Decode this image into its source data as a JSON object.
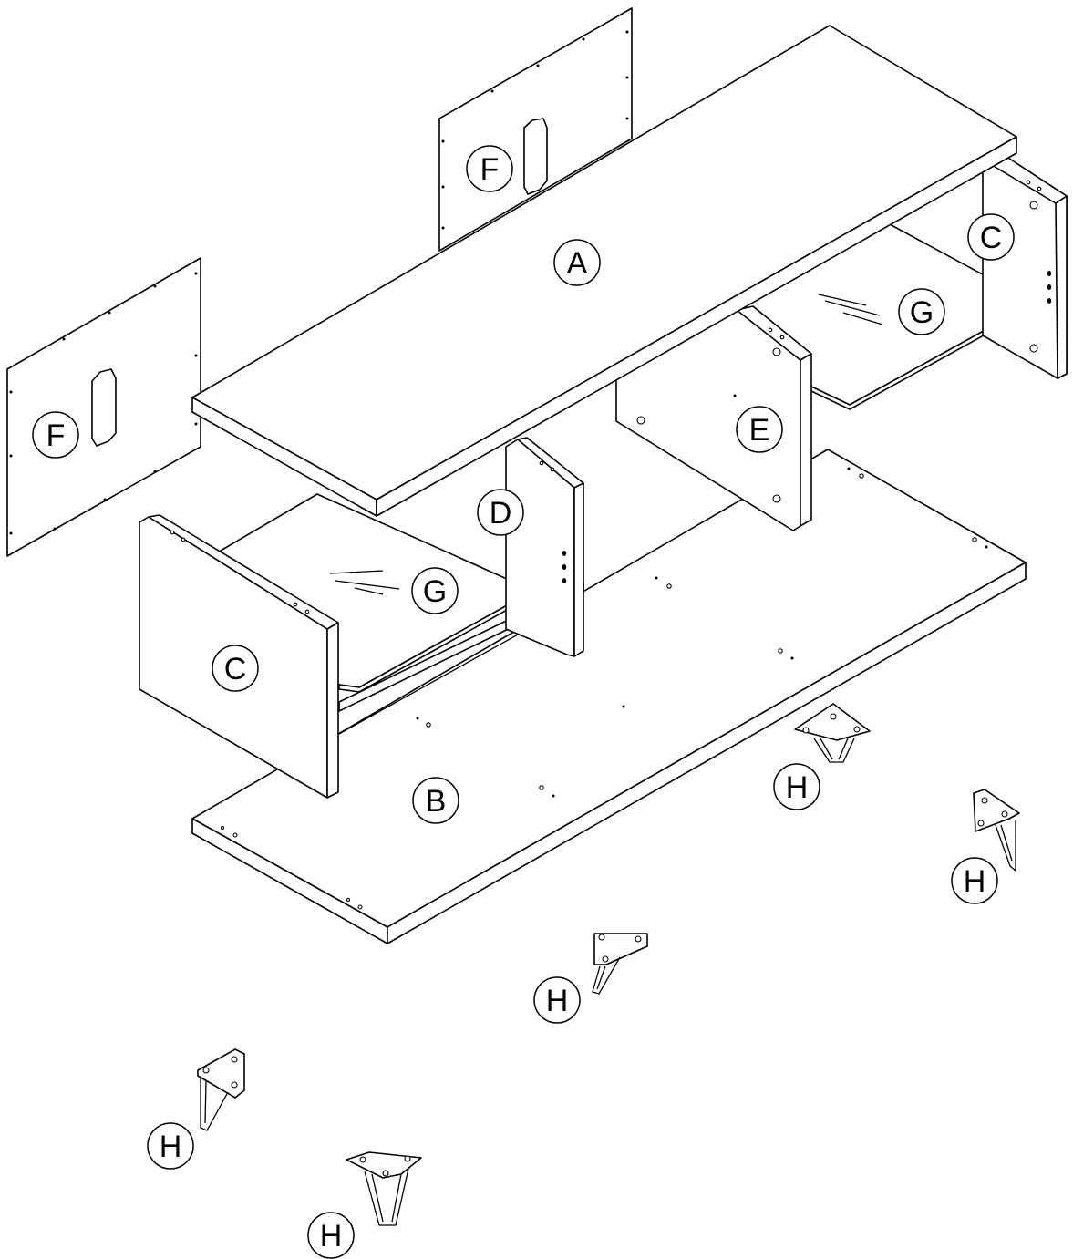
{
  "labels": {
    "A": "A",
    "B": "B",
    "C": "C",
    "D": "D",
    "E": "E",
    "F": "F",
    "G": "G",
    "H": "H"
  },
  "colors": {
    "line": "#000000",
    "background": "#ffffff"
  }
}
